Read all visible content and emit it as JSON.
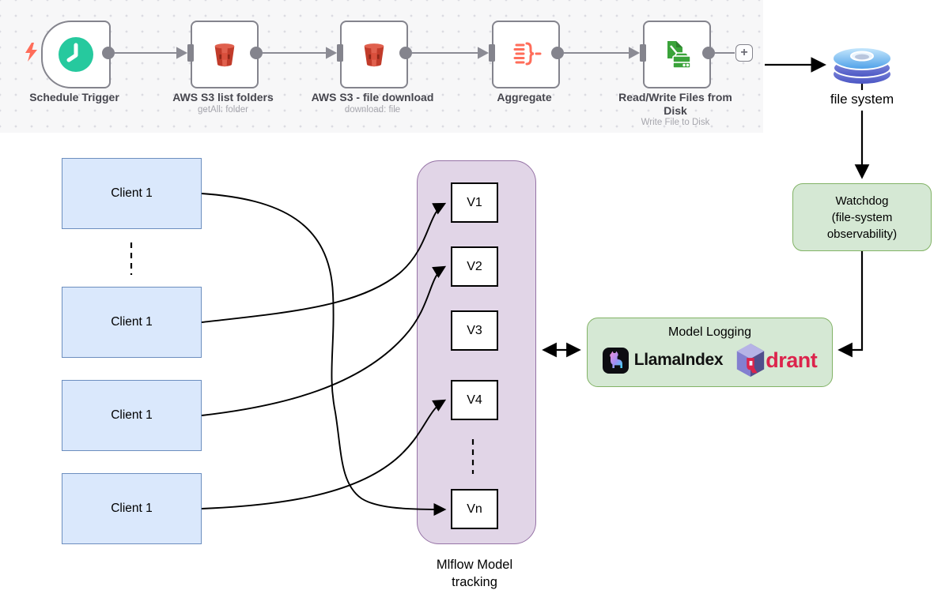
{
  "workflow": {
    "nodes": [
      {
        "label": "Schedule Trigger",
        "sublabel": "",
        "icon": "clock-icon"
      },
      {
        "label": "AWS S3 list folders",
        "sublabel": "getAll: folder",
        "icon": "aws-s3-icon"
      },
      {
        "label": "AWS S3 - file download",
        "sublabel": "download: file",
        "icon": "aws-s3-icon"
      },
      {
        "label": "Aggregate",
        "sublabel": "",
        "icon": "aggregate-icon"
      },
      {
        "label": "Read/Write Files from Disk",
        "sublabel": "Write File to Disk",
        "icon": "read-write-disk-icon"
      }
    ],
    "add_node_label": "+"
  },
  "filesystem": {
    "label": "file system"
  },
  "watchdog": {
    "label": "Watchdog\n(file-system\nobservability)"
  },
  "clients": {
    "labels": [
      "Client 1",
      "Client 1",
      "Client 1",
      "Client 1"
    ]
  },
  "mlflow": {
    "versions": [
      "V1",
      "V2",
      "V3",
      "V4",
      "Vn"
    ],
    "caption": "Mlflow Model\ntracking"
  },
  "model_logging": {
    "title": "Model Logging",
    "llamaindex_label": "LlamaIndex",
    "qdrant_label": "drant"
  },
  "colors": {
    "client_fill": "#dae8fc",
    "client_border": "#6c8ebf",
    "mlflow_fill": "#e1d5e7",
    "mlflow_border": "#9673a6",
    "green_fill": "#d5e8d4",
    "green_border": "#82b366",
    "qdrant_red": "#dc244c",
    "n8n_teal": "#26c99e",
    "n8n_coral": "#ff6d5a",
    "n8n_green": "#3aa33a",
    "s3_red": "#c13b2a",
    "connector_gray": "#8b8b94"
  }
}
